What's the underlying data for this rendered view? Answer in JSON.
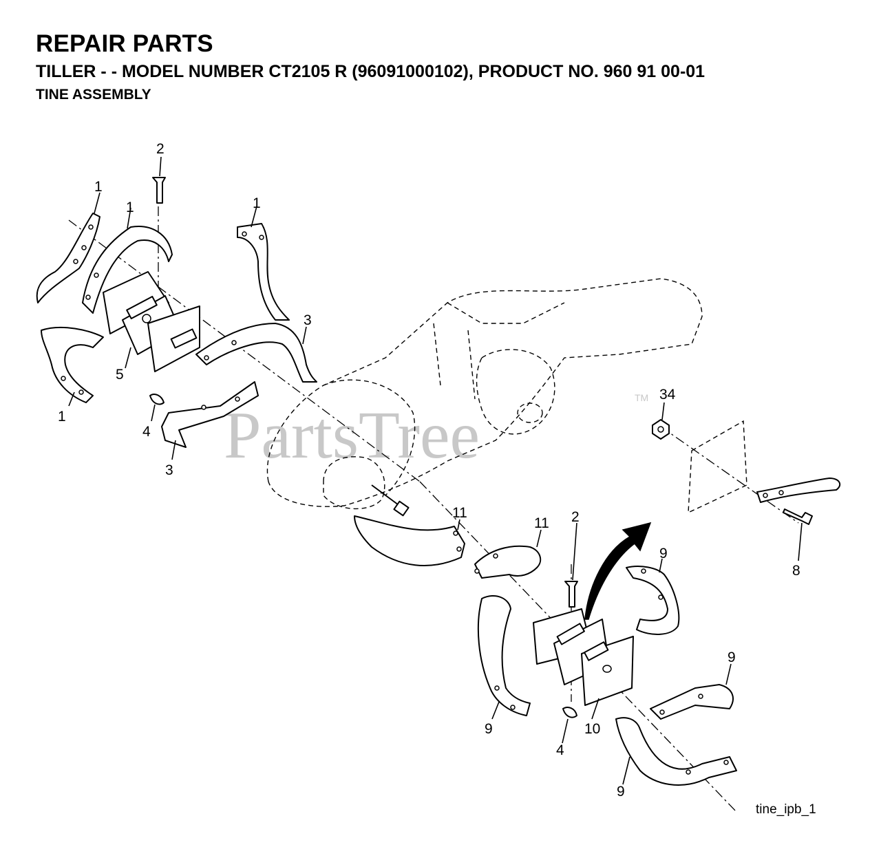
{
  "header": {
    "title": "REPAIR PARTS",
    "subtitle": "TILLER - - MODEL NUMBER CT2105 R (96091000102), PRODUCT NO. 960 91 00-01",
    "section": "TINE ASSEMBLY"
  },
  "watermark": {
    "text": "PartsTree",
    "tm": "TM"
  },
  "callouts": {
    "c1a": "1",
    "c1b": "1",
    "c1c": "1",
    "c1d": "1",
    "c2a": "2",
    "c2b": "2",
    "c3a": "3",
    "c3b": "3",
    "c4a": "4",
    "c4b": "4",
    "c5": "5",
    "c8": "8",
    "c9a": "9",
    "c9b": "9",
    "c9c": "9",
    "c9d": "9",
    "c10": "10",
    "c11a": "11",
    "c11b": "11",
    "c34": "34"
  },
  "drawing_file": "tine_ipb_1"
}
